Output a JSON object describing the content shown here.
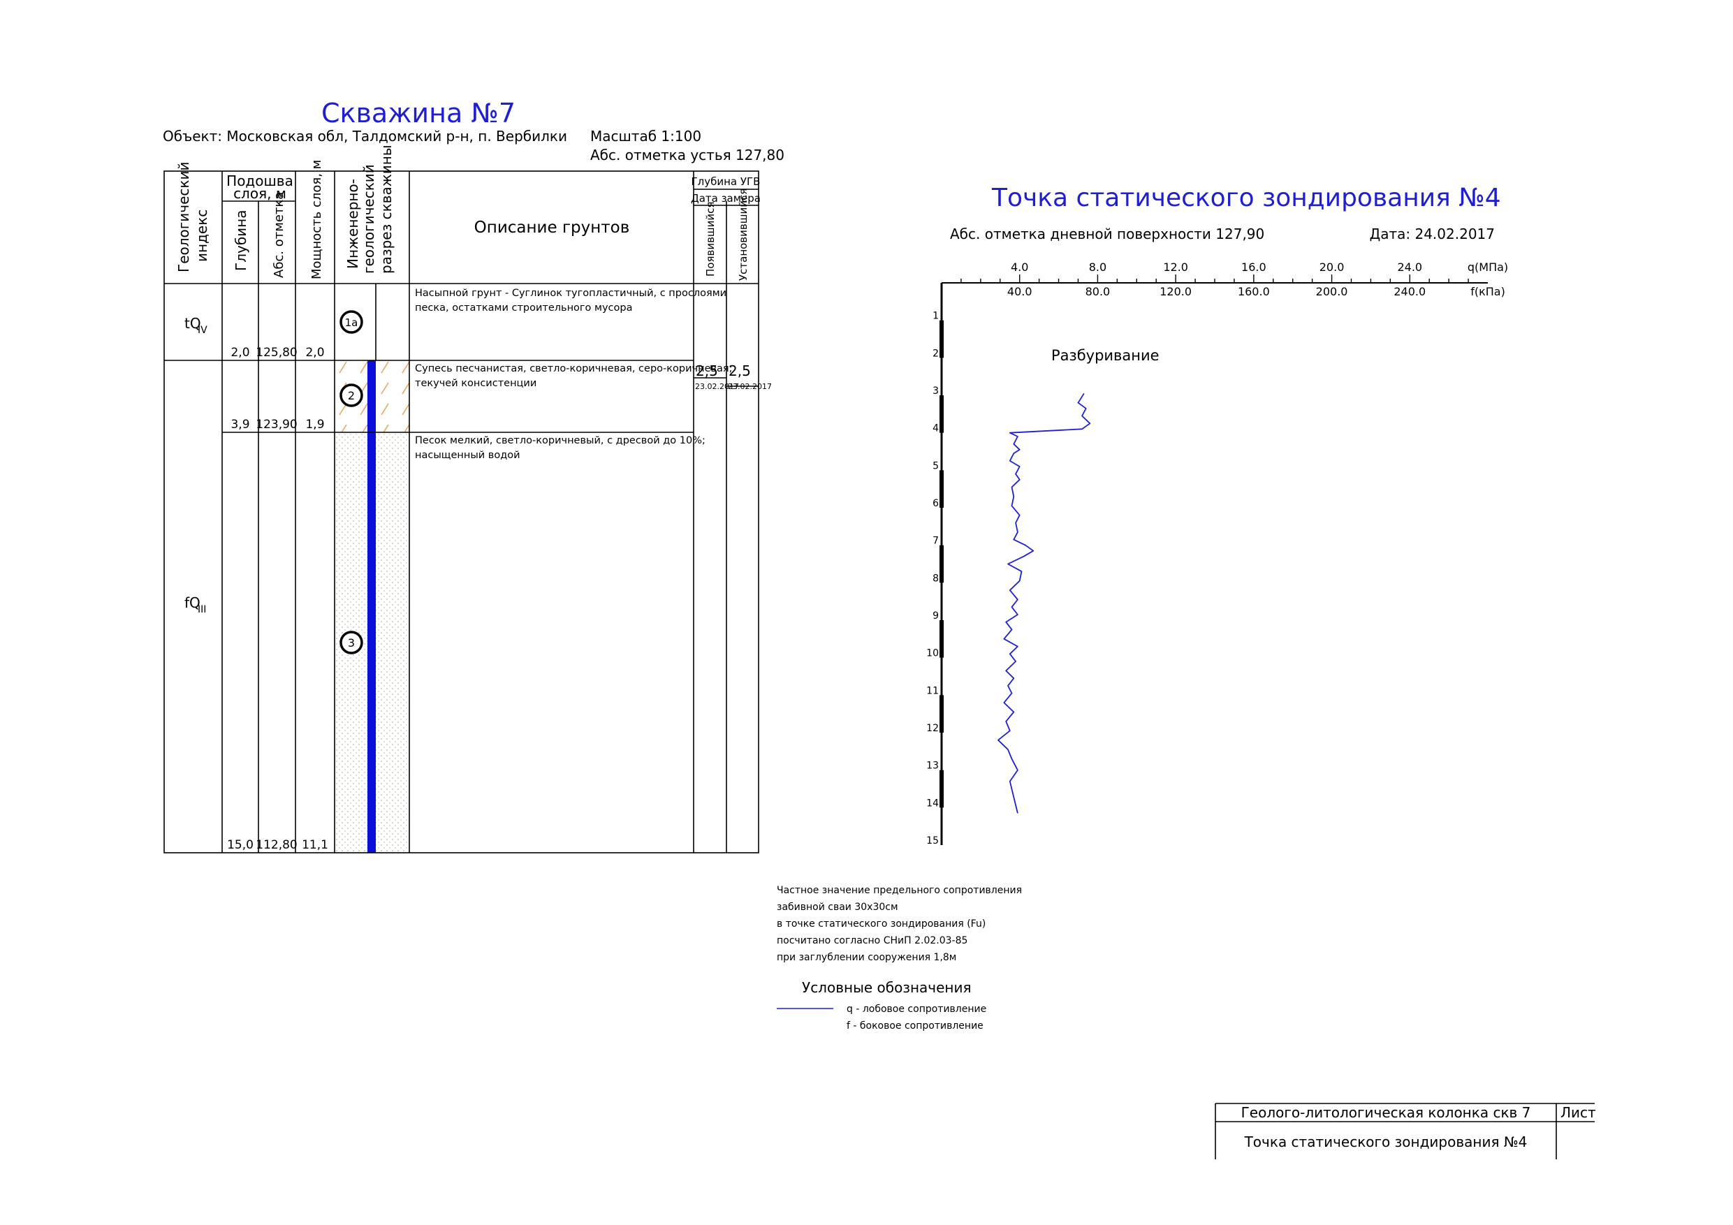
{
  "borehole": {
    "title": "Скважина №7",
    "object": "Объект: Московская обл, Талдомский р-н, п. Вербилки",
    "scale": "Масштаб 1:100",
    "mouth_elevation": "Абс. отметка устья  127,80",
    "headers": {
      "geo_index": [
        "Геологический",
        "индекс"
      ],
      "layer_base": [
        "Подошва",
        "слоя, м"
      ],
      "depth": "Глубина",
      "abs_mark": "Абс. отметка",
      "thickness": "Мощность слоя, м",
      "section": [
        "Инженерно-",
        "геологический",
        "разрез скважины"
      ],
      "description": "Описание грунтов",
      "gw_depth": "Глубина УГВ",
      "gw_date": "Дата замера",
      "gw_appeared": "Появившийся",
      "gw_established": "Установившийся"
    },
    "strata": [
      {
        "index_main": "tQ",
        "index_sub": "IV"
      },
      {
        "index_main": "fQ",
        "index_sub": "III"
      }
    ],
    "layers": [
      {
        "no": "1a",
        "depth": "2,0",
        "abs": "125,80",
        "thickness": "2,0",
        "description": [
          "Насыпной грунт - Суглинок тугопластичный, с прослоями",
          "песка, остатками строительного мусора"
        ]
      },
      {
        "no": "2",
        "depth": "3,9",
        "abs": "123,90",
        "thickness": "1,9",
        "description": [
          "Супесь песчанистая, светло-коричневая, серо-коричневая;",
          "текучей консистенции"
        ]
      },
      {
        "no": "3",
        "depth": "15,0",
        "abs": "112,80",
        "thickness": "11,1",
        "description": [
          "Песок мелкий, светло-коричневый, с дресвой до 10%;",
          "насыщенный водой"
        ]
      }
    ],
    "groundwater": {
      "appeared_depth": "2,5",
      "appeared_date": "23.02.2017",
      "established_depth": "2,5",
      "established_date": "23.02.2017"
    }
  },
  "cpt": {
    "title": "Точка статического зондирования №4",
    "surface_elevation": "Абс. отметка дневной поверхности 127,90",
    "date": "Дата: 24.02.2017",
    "drilling_label": "Разбуривание"
  },
  "pile_note": [
    "Частное значение предельного сопротивления",
    "забивной сваи  30х30см",
    "в точке статического зондирования (Fu)",
    "посчитано согласно  СНиП 2.02.03-85",
    "при заглублении сооружения 1,8м"
  ],
  "legend": {
    "title": "Условные обозначения",
    "q_label": "q - лобовое сопротивление",
    "f_label": "f - боковое сопротивление"
  },
  "stamp": {
    "row1": "Геолого-литологическая колонка скв 7",
    "row2": "Точка статического зондирования №4",
    "sheet": "Лист"
  },
  "colors": {
    "title_blue": "#1f1fcf",
    "casing_blue": "#0a10d8",
    "curve_blue": "#1f1fcf",
    "hatch_orange": "#e8a460"
  },
  "chart_data": {
    "type": "line",
    "title": "Точка статического зондирования №4",
    "x_axis_q": {
      "label": "q(МПа)",
      "ticks": [
        "4.0",
        "8.0",
        "12.0",
        "16.0",
        "20.0",
        "24.0"
      ],
      "range": [
        0,
        28
      ]
    },
    "x_axis_f": {
      "label": "f(кПа)",
      "ticks": [
        "40.0",
        "80.0",
        "120.0",
        "160.0",
        "200.0",
        "240.0"
      ],
      "range": [
        0,
        280
      ]
    },
    "y_axis": {
      "label": "",
      "ticks": [
        "1",
        "2",
        "3",
        "4",
        "5",
        "6",
        "7",
        "8",
        "9",
        "10",
        "11",
        "12",
        "13",
        "14",
        "15"
      ],
      "range": [
        0,
        15
      ],
      "inverted": true
    },
    "series": [
      {
        "name": "q",
        "x": [
          7.3,
          7.0,
          7.4,
          7.2,
          7.6,
          7.2,
          3.5,
          3.9,
          3.7,
          4.0,
          3.7,
          3.5,
          4.0,
          3.8,
          4.0,
          3.6,
          3.7,
          3.6,
          4.0,
          3.8,
          3.9,
          3.7,
          4.3,
          4.7,
          4.2,
          3.4,
          4.1,
          4.0,
          3.5,
          3.9,
          3.6,
          3.9,
          3.3,
          3.6,
          3.2,
          3.9,
          3.5,
          3.8,
          3.3,
          3.7,
          3.4,
          3.6,
          3.2,
          3.7,
          3.3,
          3.5,
          2.9,
          3.4,
          3.6,
          3.9,
          3.5,
          3.9
        ],
        "y": [
          2.95,
          3.2,
          3.35,
          3.55,
          3.75,
          3.9,
          4.0,
          4.1,
          4.3,
          4.45,
          4.55,
          4.75,
          4.9,
          5.1,
          5.25,
          5.45,
          5.7,
          5.95,
          6.2,
          6.4,
          6.65,
          6.85,
          7.0,
          7.15,
          7.3,
          7.5,
          7.7,
          7.95,
          8.2,
          8.45,
          8.65,
          8.85,
          9.05,
          9.25,
          9.5,
          9.7,
          9.9,
          10.1,
          10.35,
          10.55,
          10.75,
          10.95,
          11.2,
          11.45,
          11.7,
          11.95,
          12.2,
          12.45,
          12.7,
          13.0,
          13.3,
          14.15
        ]
      }
    ]
  }
}
